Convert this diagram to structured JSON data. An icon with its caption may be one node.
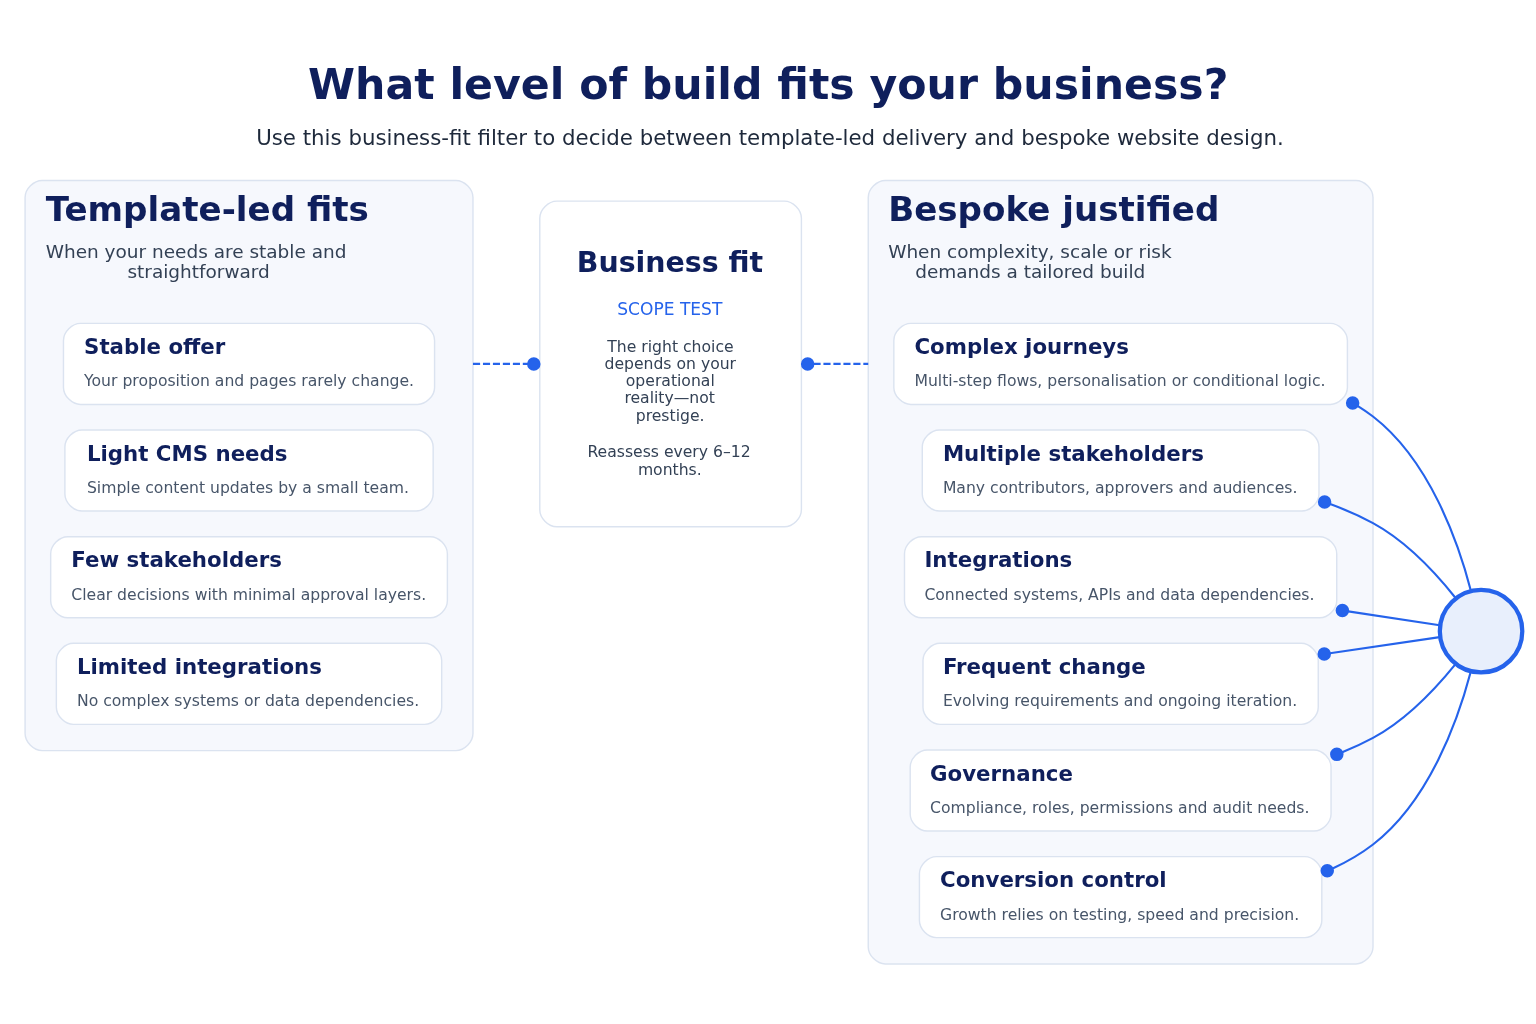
{
  "diagram": {
    "title": "What level of build fits your business?",
    "caption": "Use this business-fit filter to decide between template-led delivery and bespoke website design.",
    "nodes": [
      {
        "text": [
          "Template-led fits",
          "When your needs are stable and straightforward"
        ]
      },
      {
        "text": [
          "Stable offer",
          "Your proposition and pages rarely change."
        ],
        "in": 0
      },
      {
        "text": [
          "Light CMS needs",
          "Simple content updates by a small team."
        ],
        "in": 0
      },
      {
        "text": [
          "Few stakeholders",
          "Clear decisions with minimal approval layers."
        ],
        "in": 0
      },
      {
        "text": [
          "Limited integrations",
          "No complex systems or data dependencies."
        ],
        "in": 0
      },
      {
        "text": [
          "Business fit",
          "SCOPE TEST",
          "The right choice depends on your operational reality—not prestige.",
          "Reassess every 6–12 months."
        ]
      },
      {
        "text": [
          "Bespoke justified",
          "When complexity, scale or risk demands a tailored build"
        ]
      },
      {
        "text": [
          "Complex journeys",
          "Multi-step flows, personalisation or conditional logic."
        ],
        "in": 6
      },
      {
        "text": [
          "Multiple stakeholders",
          "Many contributors, approvers and audiences."
        ],
        "in": 6
      },
      {
        "text": [
          "Integrations",
          "Connected systems, APIs and data dependencies."
        ],
        "in": 6
      },
      {
        "text": [
          "Frequent change",
          "Evolving requirements and ongoing iteration."
        ],
        "in": 6
      },
      {
        "text": [
          "Governance",
          "Compliance, roles, permissions and audit needs."
        ],
        "in": 6
      },
      {
        "text": [
          "Conversion control",
          "Growth relies on testing, speed and precision."
        ],
        "in": 6
      },
      {
        "text": [],
        "shape": "circle"
      }
    ],
    "edges": [
      {
        "from": 0,
        "to": 5,
        "arrow": "other",
        "style": "dashed"
      },
      {
        "from": 6,
        "to": 5,
        "arrow": "other",
        "style": "dashed"
      },
      {
        "from": 13,
        "to": 7,
        "arrow": "other"
      },
      {
        "from": 13,
        "to": 8,
        "arrow": "other"
      },
      {
        "from": 13,
        "to": 9,
        "arrow": "other"
      },
      {
        "from": 13,
        "to": 10,
        "arrow": "other"
      },
      {
        "from": 13,
        "to": 11,
        "arrow": "other"
      },
      {
        "from": 13,
        "to": 12,
        "arrow": "other"
      }
    ]
  }
}
